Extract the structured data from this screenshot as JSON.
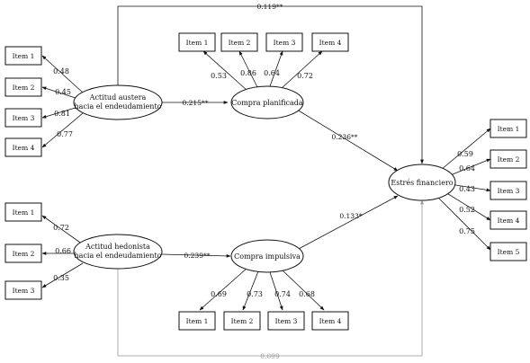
{
  "constructs": {
    "austera_line1": "Actitud austera",
    "austera_line2": "hacia el endeudamiento",
    "hedonista_line1": "Actitud hedonista",
    "hedonista_line2": "hacia el endeudamiento",
    "planificada": "Compra planificada",
    "impulsiva": "Compra impulsiva",
    "estres": "Estrés financiero"
  },
  "austera_items": [
    {
      "label": "Item 1",
      "loading": "0.48"
    },
    {
      "label": "Item 2",
      "loading": "0.45"
    },
    {
      "label": "Item 3",
      "loading": "0.81"
    },
    {
      "label": "Item 4",
      "loading": "0.77"
    }
  ],
  "hedonista_items": [
    {
      "label": "Item 1",
      "loading": "0.72"
    },
    {
      "label": "Item 2",
      "loading": "0.66"
    },
    {
      "label": "Item 3",
      "loading": "0.35"
    }
  ],
  "planificada_items": [
    {
      "label": "Item 1",
      "loading": "0.53"
    },
    {
      "label": "Item 2",
      "loading": "0.86"
    },
    {
      "label": "Item 3",
      "loading": "0.64"
    },
    {
      "label": "Item 4",
      "loading": "0.72"
    }
  ],
  "impulsiva_items": [
    {
      "label": "Item 1",
      "loading": "0.69"
    },
    {
      "label": "Item 2",
      "loading": "0.73"
    },
    {
      "label": "Item 3",
      "loading": "0.74"
    },
    {
      "label": "Item 4",
      "loading": "0.68"
    }
  ],
  "estres_items": [
    {
      "label": "Item 1",
      "loading": "0.59"
    },
    {
      "label": "Item 2",
      "loading": "0.64"
    },
    {
      "label": "Item 3",
      "loading": "0.43"
    },
    {
      "label": "Item 4",
      "loading": "0.52"
    },
    {
      "label": "Item 5",
      "loading": "0.75"
    }
  ],
  "paths": {
    "austera_planificada": "0.215**",
    "hedonista_impulsiva": "0.239**",
    "planificada_estres": "0.236**",
    "impulsiva_estres": "0.133*",
    "austera_estres": "0.119**",
    "hedonista_estres": "0.099"
  },
  "colors": {
    "line": "#111111",
    "nonsig": "#999999"
  }
}
